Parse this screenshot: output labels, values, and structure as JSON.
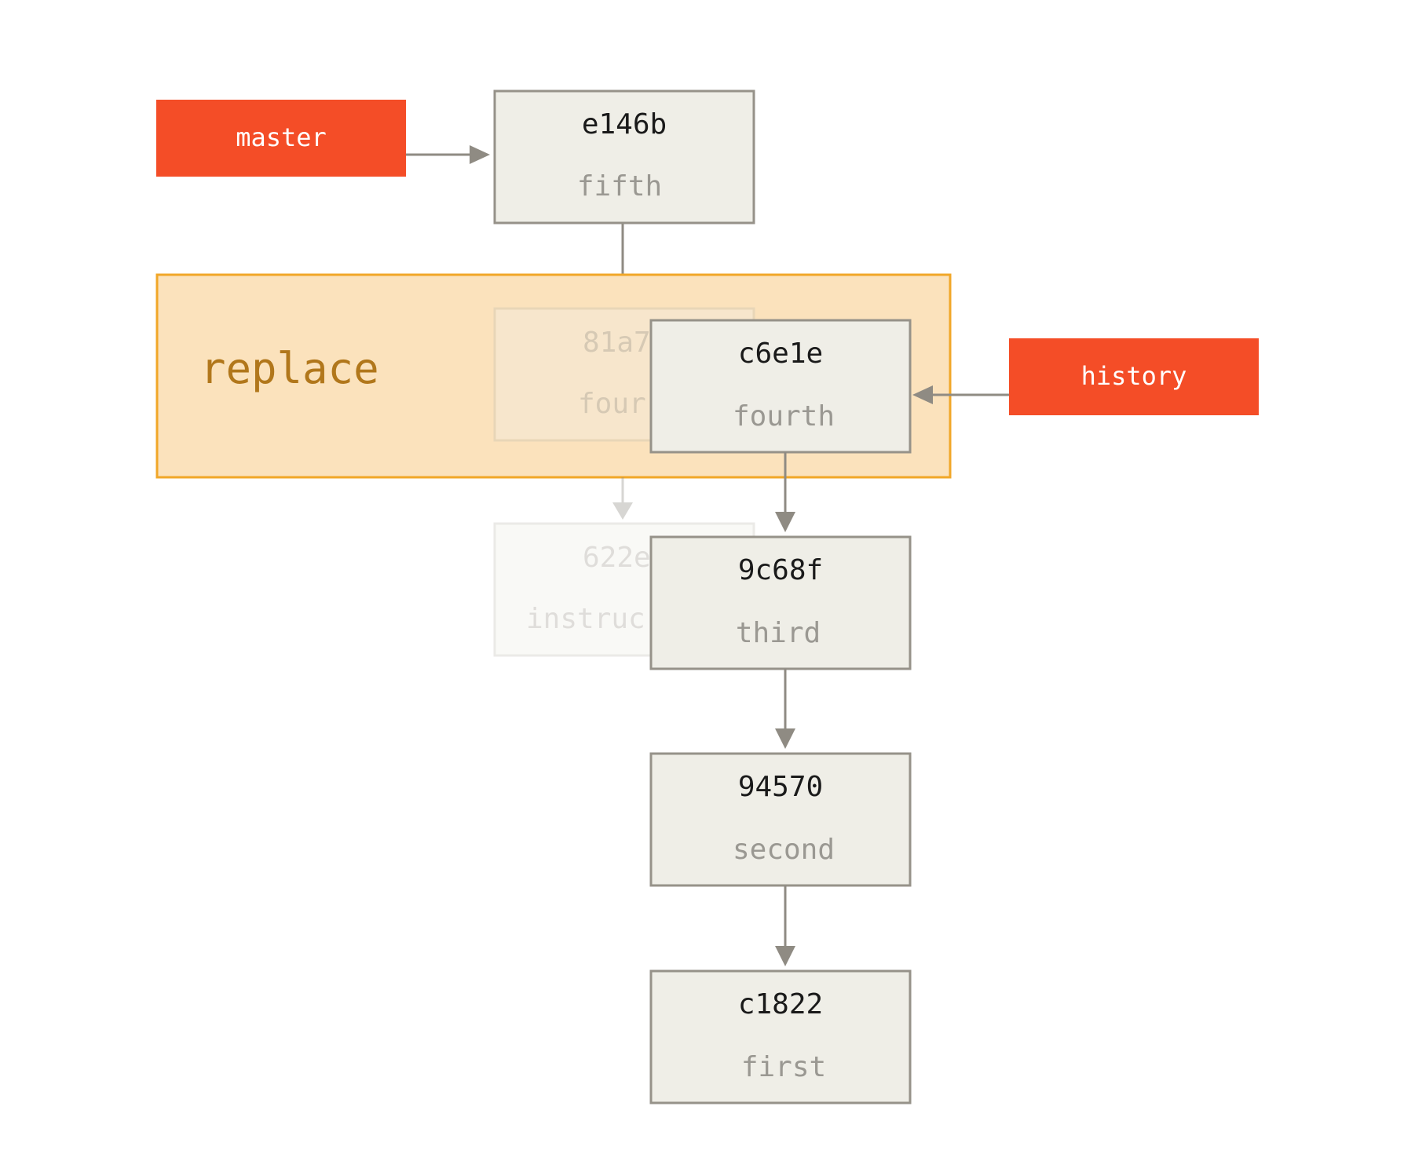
{
  "colors": {
    "ref_fill": "#f44d27",
    "commit_fill": "#efeee7",
    "commit_border": "#969289",
    "replace_fill": "#fbe2bc",
    "replace_border": "#f1a728",
    "replace_text": "#b1771b",
    "arrow": "#8f8b83"
  },
  "refs": {
    "master": "master",
    "history": "history"
  },
  "replace_label": "replace",
  "commits": {
    "e146b": {
      "hash": "e146b",
      "message": "fifth"
    },
    "81a7": {
      "hash": "81a7",
      "message": "four"
    },
    "c6e1e": {
      "hash": "c6e1e",
      "message": "fourth"
    },
    "622e": {
      "hash": "622e",
      "message": "instruc"
    },
    "9c68f": {
      "hash": "9c68f",
      "message": "third"
    },
    "94570": {
      "hash": "94570",
      "message": "second"
    },
    "c1822": {
      "hash": "c1822",
      "message": "first"
    }
  }
}
